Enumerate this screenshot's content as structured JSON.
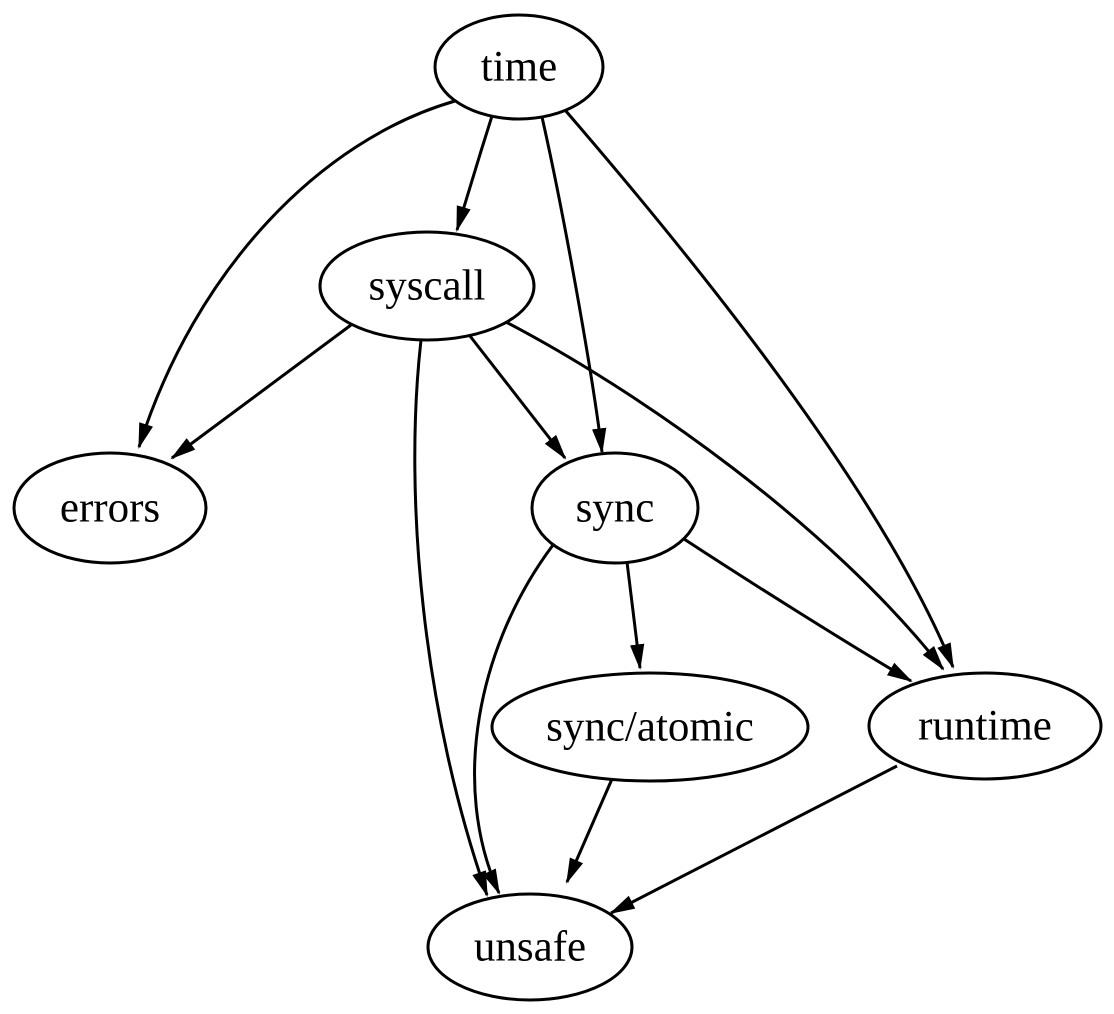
{
  "diagram": {
    "type": "directed-graph",
    "style": "graphviz-dot",
    "background_color": "#ffffff",
    "stroke_color": "#000000",
    "node_fill_color": "#ffffff",
    "node_shape": "ellipse",
    "nodes": [
      {
        "id": "time",
        "label": "time"
      },
      {
        "id": "syscall",
        "label": "syscall"
      },
      {
        "id": "errors",
        "label": "errors"
      },
      {
        "id": "sync",
        "label": "sync"
      },
      {
        "id": "sync-atomic",
        "label": "sync/atomic"
      },
      {
        "id": "runtime",
        "label": "runtime"
      },
      {
        "id": "unsafe",
        "label": "unsafe"
      }
    ],
    "edges": [
      {
        "from": "time",
        "to": "syscall"
      },
      {
        "from": "time",
        "to": "errors"
      },
      {
        "from": "time",
        "to": "sync"
      },
      {
        "from": "time",
        "to": "runtime"
      },
      {
        "from": "syscall",
        "to": "errors"
      },
      {
        "from": "syscall",
        "to": "sync"
      },
      {
        "from": "syscall",
        "to": "runtime"
      },
      {
        "from": "syscall",
        "to": "unsafe"
      },
      {
        "from": "sync",
        "to": "sync/atomic"
      },
      {
        "from": "sync",
        "to": "runtime"
      },
      {
        "from": "sync",
        "to": "unsafe"
      },
      {
        "from": "sync/atomic",
        "to": "unsafe"
      },
      {
        "from": "runtime",
        "to": "unsafe"
      }
    ]
  }
}
